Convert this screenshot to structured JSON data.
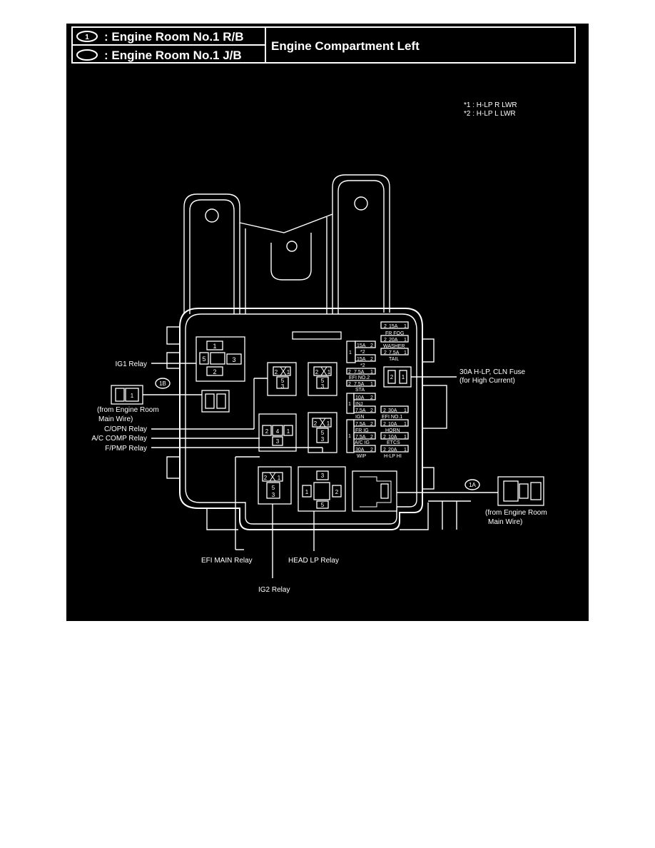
{
  "header": {
    "row1_symbol": "1",
    "row1_label": ": Engine Room No.1 R/B",
    "row2_label": ": Engine Room No.1 J/B",
    "title": "Engine Compartment Left"
  },
  "notes": [
    "*1 : H-LP R LWR",
    "*2 : H-LP L LWR"
  ],
  "callouts": {
    "ig1": "IG1 Relay",
    "copn": "C/OPN Relay",
    "acc": "A/C COMP Relay",
    "fpmp": "F/PMP Relay",
    "efi_main": "EFI MAIN Relay",
    "head_lp": "HEAD LP Relay",
    "ig2": "IG2 Relay",
    "fuse_30a_l1": "30A H-LP, CLN Fuse",
    "fuse_30a_l2": "(for High Current)",
    "conn_1b": "1B",
    "conn_1b_l1": "(from Engine Room",
    "conn_1b_l2": "Main Wire)",
    "conn_1a": "1A",
    "conn_1a_l1": "(from Engine Room",
    "conn_1a_l2": "Main Wire)"
  },
  "relay_pins": {
    "ig1": [
      "1",
      "5",
      "3",
      "2"
    ],
    "copn": [
      "2",
      "1",
      "5",
      "3"
    ],
    "acc_top": [
      "2",
      "1",
      "5",
      "3"
    ],
    "fpmp": [
      "2",
      "4",
      "1",
      "3"
    ],
    "efi_pin": [
      "2",
      "1",
      "5",
      "3"
    ],
    "r2": [
      "2",
      "1",
      "5",
      "3"
    ],
    "ig2": [
      "2",
      "1",
      "5",
      "3"
    ],
    "headlp": [
      "3",
      "1",
      "2",
      "5"
    ]
  },
  "fuses": {
    "frfog": "FR FOG",
    "frfog_amp": "15A",
    "washer": "WASHER",
    "washer_amp": "20A",
    "tail": "TAIL",
    "tail_amp": "7.5A",
    "mid1": "15A",
    "mid2": "15A",
    "mid_note": "*2",
    "efi2": "EFI NO.2",
    "efi2_amp": "7.5A",
    "sta": "STA",
    "sta_amp": "7.5A",
    "inj": "INJ",
    "inj_amp": "10A",
    "ign": "IGN",
    "ign_amp": "7.5A",
    "efi1": "EFI NO.1",
    "efi1_amp": "30A",
    "frig": "FR IG",
    "frig_amp": "7.5A",
    "horn": "HORN",
    "horn_amp": "10A",
    "acig": "A/C IG",
    "acig_amp": "7.5A",
    "etcs": "ETCS",
    "etcs_amp": "10A",
    "wip": "WIP",
    "wip_amp": "30A",
    "hlphi": "H-LP HI",
    "hlphi_amp": "20A",
    "pin2": "2",
    "pin1": "1"
  }
}
